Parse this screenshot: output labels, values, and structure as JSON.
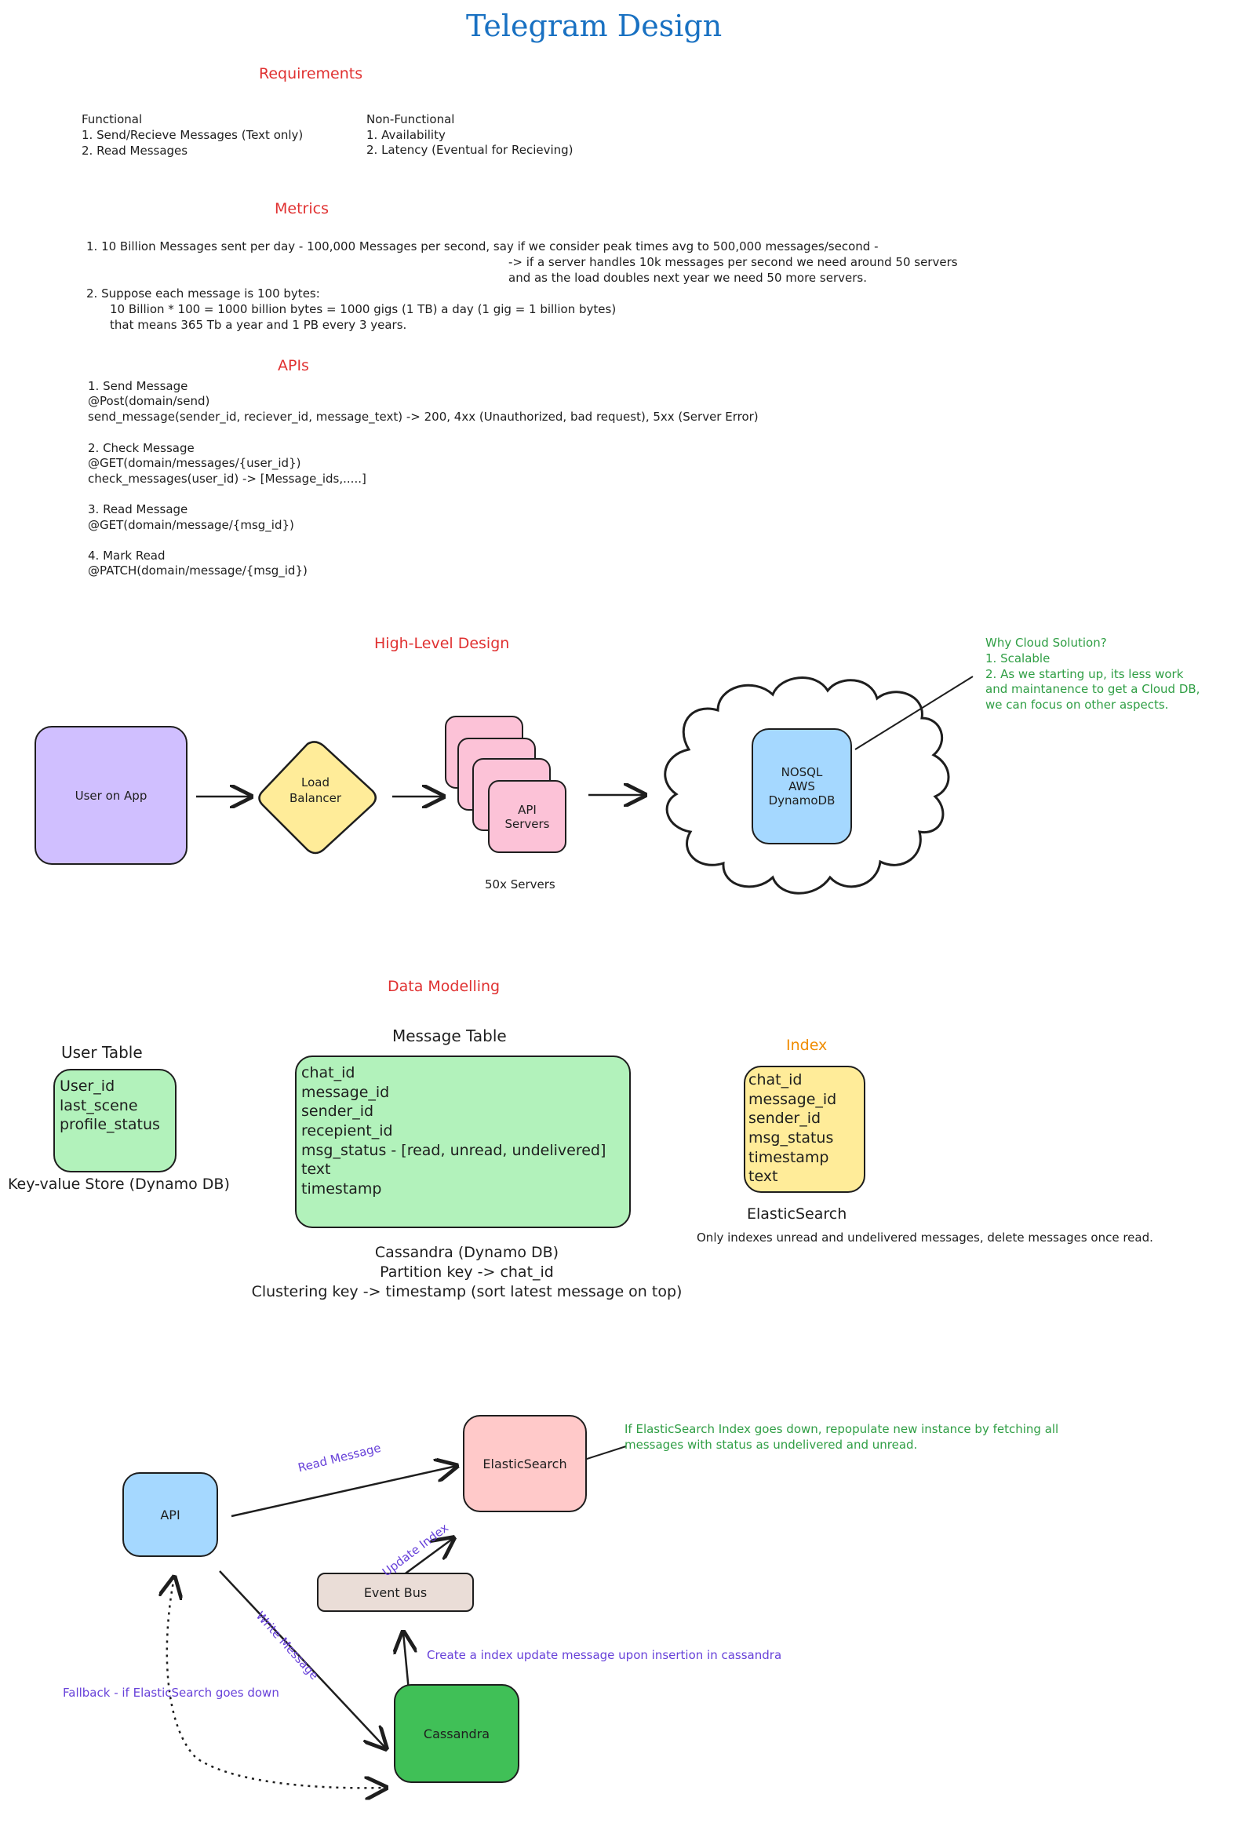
{
  "title": "Telegram Design",
  "requirements": {
    "heading": "Requirements",
    "functional": {
      "label": "Functional",
      "items": [
        "1. Send/Recieve Messages (Text only)",
        "2. Read Messages"
      ]
    },
    "non_functional": {
      "label": "Non-Functional",
      "items": [
        "1. Availability",
        "2. Latency (Eventual for Recieving)"
      ]
    }
  },
  "metrics": {
    "heading": "Metrics",
    "lines": [
      "1. 10 Billion Messages sent per day - 100,000 Messages per second, say if we consider peak times avg to 500,000 messages/second -",
      "-> if a server handles 10k messages per second we need around 50 servers",
      "and as the load doubles next year we need 50 more servers.",
      "2. Suppose each message is 100 bytes:",
      "10 Billion * 100 = 1000 billion bytes = 1000 gigs (1 TB) a day (1 gig = 1 billion bytes)",
      "that means 365 Tb a year and 1 PB every 3 years."
    ]
  },
  "apis": {
    "heading": "APIs",
    "lines": [
      "1. Send Message",
      "@Post(domain/send)",
      "send_message(sender_id, reciever_id, message_text) -> 200, 4xx (Unauthorized, bad request), 5xx (Server Error)",
      "2. Check Message",
      "@GET(domain/messages/{user_id})",
      "check_messages(user_id) -> [Message_ids,.....]",
      "3. Read Message",
      "@GET(domain/message/{msg_id})",
      "4. Mark Read",
      "@PATCH(domain/message/{msg_id})"
    ]
  },
  "high_level": {
    "heading": "High-Level Design",
    "user": "User on App",
    "load_balancer": "Load\nBalancer",
    "api_servers": "API\nServers",
    "servers_caption": "50x Servers",
    "db": "NOSQL\nAWS\nDynamoDB",
    "note": "Why Cloud Solution?\n1. Scalable\n2. As we starting up, its less work\nand maintanence to get a Cloud DB,\nwe can focus on other aspects."
  },
  "data_modelling": {
    "heading": "Data Modelling",
    "user_table": {
      "title": "User Table",
      "fields": "User_id\nlast_scene\nprofile_status",
      "caption": "Key-value Store (Dynamo DB)"
    },
    "message_table": {
      "title": "Message Table",
      "fields": "chat_id\nmessage_id\nsender_id\nrecepient_id\nmsg_status - [read, unread, undelivered]\ntext\ntimestamp",
      "caption": "Cassandra (Dynamo DB)\nPartition key -> chat_id\nClustering key -> timestamp (sort latest message on top)"
    },
    "index": {
      "title": "Index",
      "fields": "chat_id\nmessage_id\nsender_id\nmsg_status\ntimestamp\ntext",
      "caption": "ElasticSearch",
      "note": "Only indexes unread and undelivered messages, delete messages once read."
    }
  },
  "flow": {
    "api": "API",
    "elasticsearch": "ElasticSearch",
    "event_bus": "Event Bus",
    "cassandra": "Cassandra",
    "read_message": "Read Message",
    "update_index": "Update Index",
    "write_message": "Write Message",
    "create_index": "Create a index update message upon insertion in cassandra",
    "fallback": "Fallback - if ElasticSearch goes down",
    "es_note": "If ElasticSearch Index goes down, repopulate new instance by fetching all\nmessages with status as undelivered and unread."
  },
  "colors": {
    "title": "#1971c2",
    "heading": "#e03131",
    "note_green": "#2f9e44",
    "label_purple": "#6741d9",
    "index_orange": "#f08c00",
    "user_fill": "#d0bfff",
    "lb_fill": "#ffec99",
    "api_server_fill": "#fcc2d7",
    "db_fill": "#a5d8ff",
    "table_fill": "#b2f2bb",
    "es_fill": "#ffc9c9",
    "bus_fill": "#eaddd7",
    "cassandra_fill": "#40c057"
  }
}
